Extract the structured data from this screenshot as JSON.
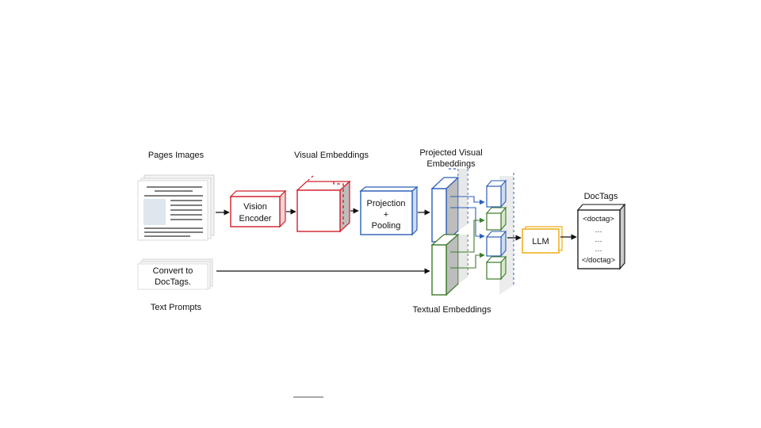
{
  "labels": {
    "pages_images": "Pages Images",
    "visual_embeddings": "Visual Embeddings",
    "projected_visual_line1": "Projected Visual",
    "projected_visual_line2": "Embeddings",
    "doctags": "DocTags",
    "text_prompts": "Text Prompts",
    "textual_embeddings": "Textual Embeddings"
  },
  "blocks": {
    "vision_encoder_line1": "Vision",
    "vision_encoder_line2": "Encoder",
    "projection_line1": "Projection",
    "projection_line2": "+",
    "projection_line3": "Pooling",
    "llm": "LLM"
  },
  "prompt_card": {
    "line1": "Convert to",
    "line2": "DocTags."
  },
  "doctags_output": {
    "open": "<doctag>",
    "dots1": "…",
    "dots2": "…",
    "dots3": "…",
    "close": "</doctag>"
  },
  "colors": {
    "vision_encoder": "#d0202a",
    "projection": "#2b5fb8",
    "projected_visual": "#2b5fb8",
    "textual": "#3c7a2a",
    "llm": "#f0b323",
    "arrow": "#111111"
  }
}
